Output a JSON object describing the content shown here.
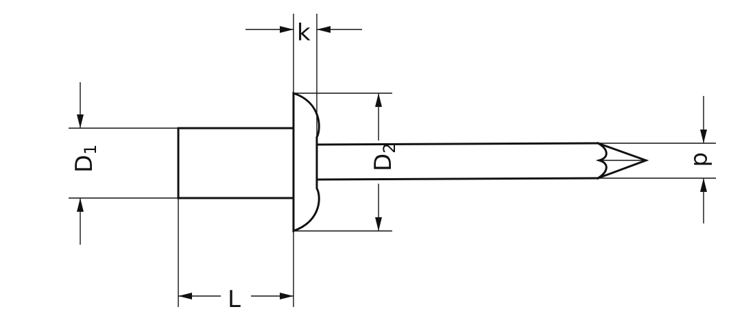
{
  "labels": {
    "k": "k",
    "L": "L",
    "D1": "D",
    "D1_sub": "1",
    "D2": "D",
    "D2_sub": "2",
    "d": "d"
  }
}
